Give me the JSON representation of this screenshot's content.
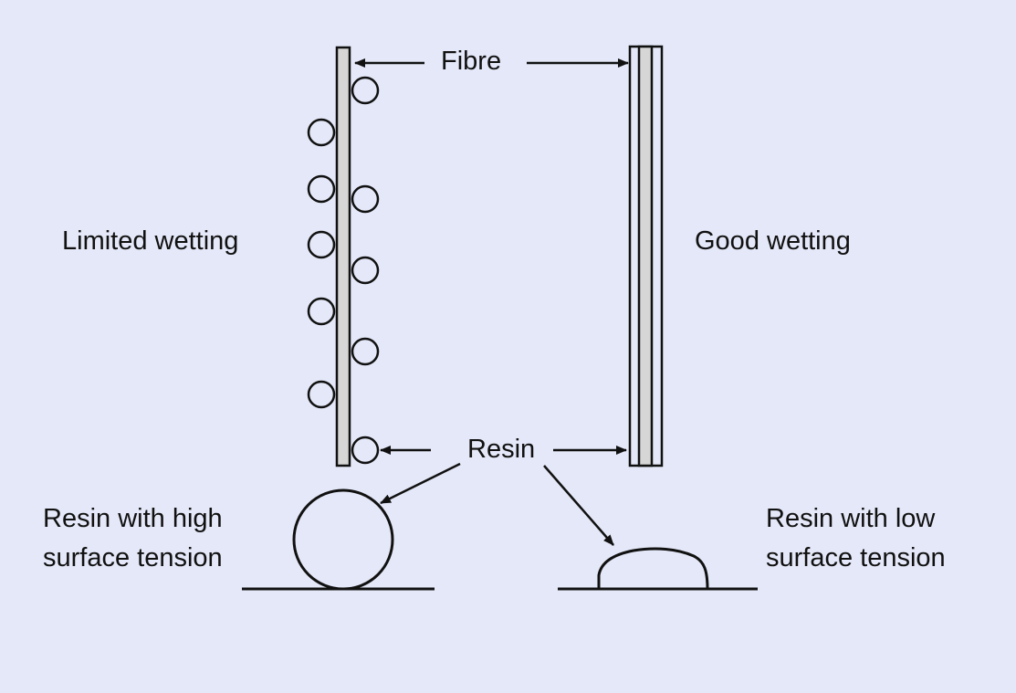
{
  "labels": {
    "fibre": "Fibre",
    "resin": "Resin",
    "limited_wetting": "Limited wetting",
    "good_wetting": "Good wetting",
    "high_tension_line1": "Resin with high",
    "high_tension_line2": "surface tension",
    "low_tension_line1": "Resin with low",
    "low_tension_line2": "surface tension"
  },
  "colors": {
    "background": "#e4e8f8",
    "fibre_fill": "#d6d6d6",
    "stroke": "#111111"
  }
}
